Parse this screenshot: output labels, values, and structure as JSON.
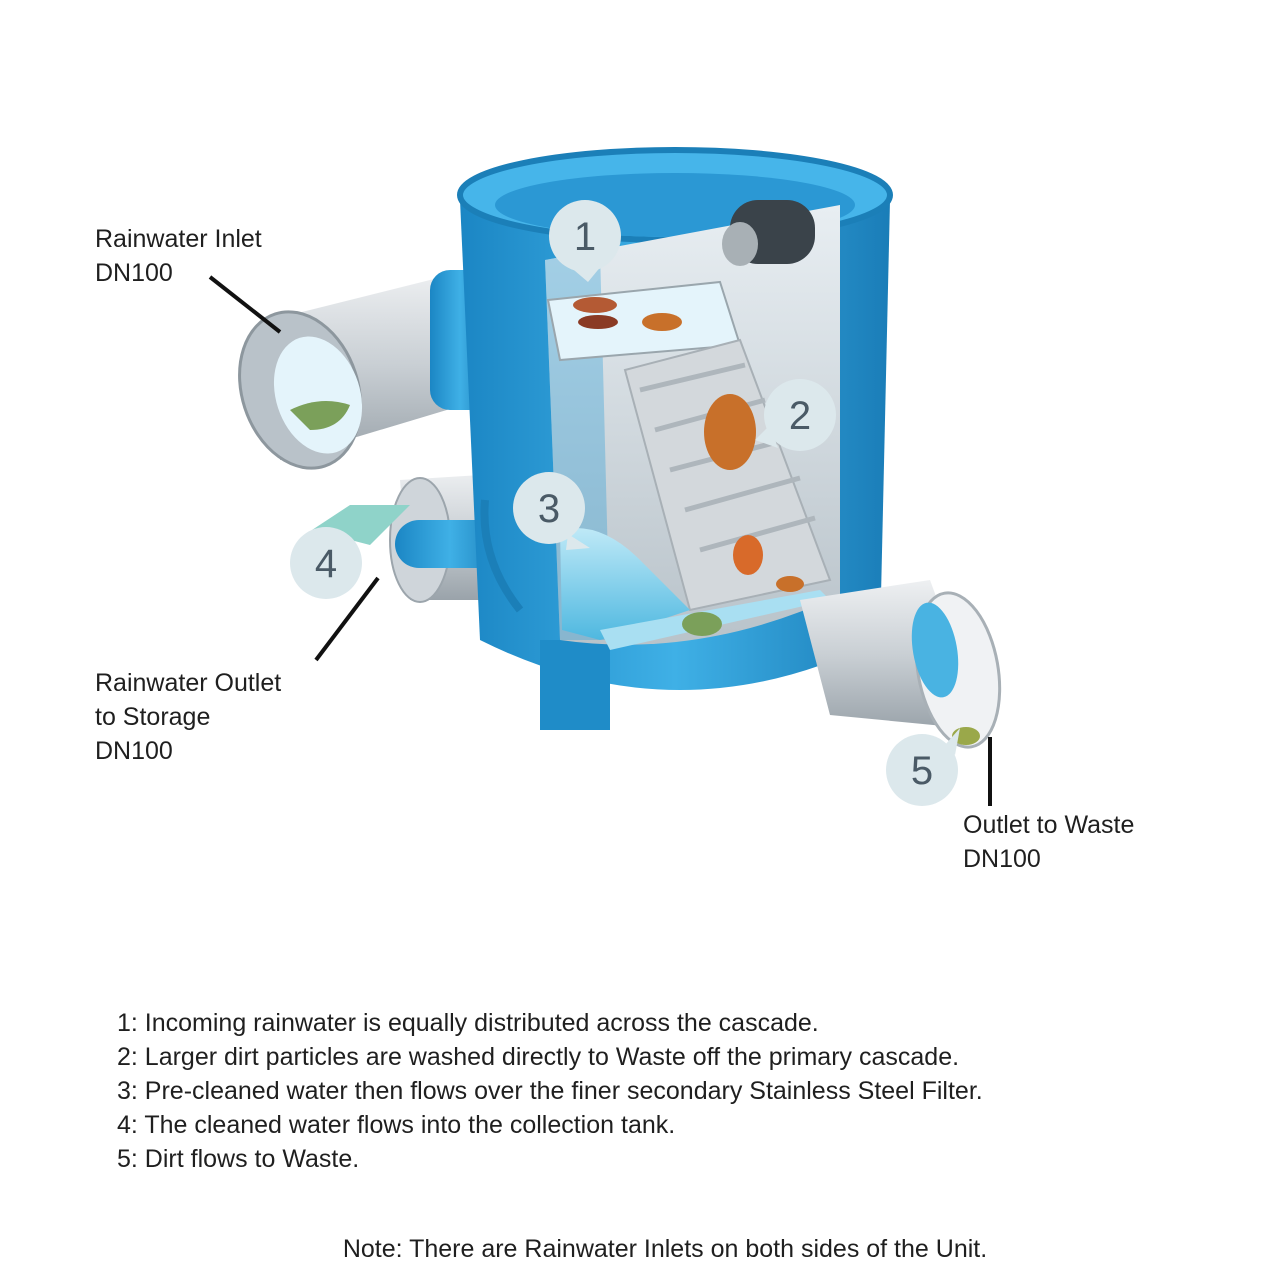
{
  "labels": {
    "inlet": [
      "Rainwater Inlet",
      "DN100"
    ],
    "outlet_storage": [
      "Rainwater Outlet",
      "to Storage",
      "DN100"
    ],
    "outlet_waste": [
      "Outlet to Waste",
      "DN100"
    ]
  },
  "callouts": [
    "1",
    "2",
    "3",
    "4",
    "5"
  ],
  "steps": [
    "1: Incoming rainwater is equally distributed across the cascade.",
    "2: Larger dirt particles are washed directly to Waste off the primary cascade.",
    "3: Pre-cleaned water then flows over the finer secondary Stainless Steel Filter.",
    "4: The cleaned water flows into the collection tank.",
    "5: Dirt flows to Waste."
  ],
  "note": "Note: There are Rainwater Inlets on both sides of the Unit.",
  "colors": {
    "housing": "#2a9fd8",
    "housing_dark": "#1b7fb8",
    "pipe": "#d4d8dc",
    "callout_bg": "#dce8ec",
    "filter": "#c9ced3",
    "leaf": "#c8702a"
  }
}
